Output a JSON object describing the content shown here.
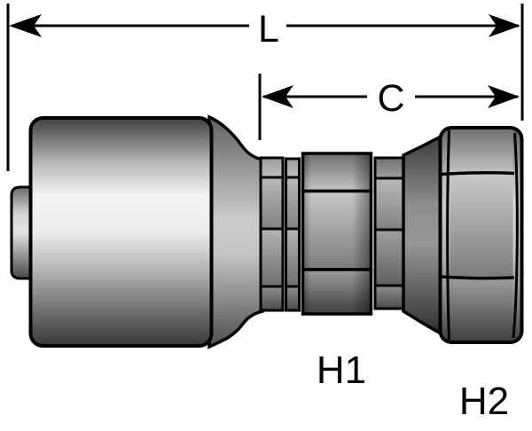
{
  "figure": {
    "type": "technical-drawing",
    "subject": "hydraulic crimp hose fitting with female swivel hex nut, side view",
    "background_color": "#ffffff",
    "outline_color": "#000000",
    "metal_highlight": "#f3f3f3",
    "metal_shadow": "#3a3a3a"
  },
  "dimensions": {
    "length": {
      "label": "L"
    },
    "cutoff": {
      "label": "C"
    },
    "hex1": {
      "label": "H1"
    },
    "hex2": {
      "label": "H2"
    }
  }
}
